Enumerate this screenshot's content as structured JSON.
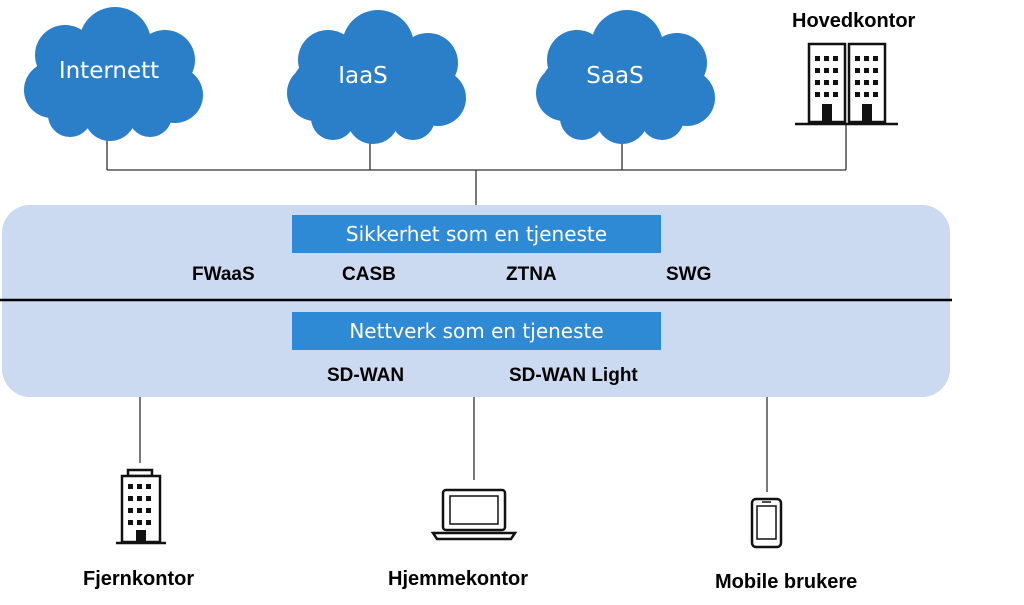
{
  "colors": {
    "cloud": "#2b7fc8",
    "band": "#cbdaf0",
    "banner": "#2f8ad6",
    "line": "#000000"
  },
  "top_nodes": {
    "internet": "Internett",
    "iaas": "IaaS",
    "saas": "SaaS",
    "headquarters": "Hovedkontor"
  },
  "security_layer": {
    "title": "Sikkerhet som en tjeneste",
    "services": [
      "FWaaS",
      "CASB",
      "ZTNA",
      "SWG"
    ]
  },
  "network_layer": {
    "title": "Nettverk som en tjeneste",
    "services": [
      "SD-WAN",
      "SD-WAN Light"
    ]
  },
  "bottom_nodes": {
    "branch_office": "Fjernkontor",
    "home_office": "Hjemmekontor",
    "mobile_users": "Mobile brukere"
  },
  "icons": {
    "cloud": "cloud-icon",
    "headquarters": "office-buildings-icon",
    "branch": "office-building-icon",
    "home": "laptop-icon",
    "mobile": "smartphone-icon"
  }
}
